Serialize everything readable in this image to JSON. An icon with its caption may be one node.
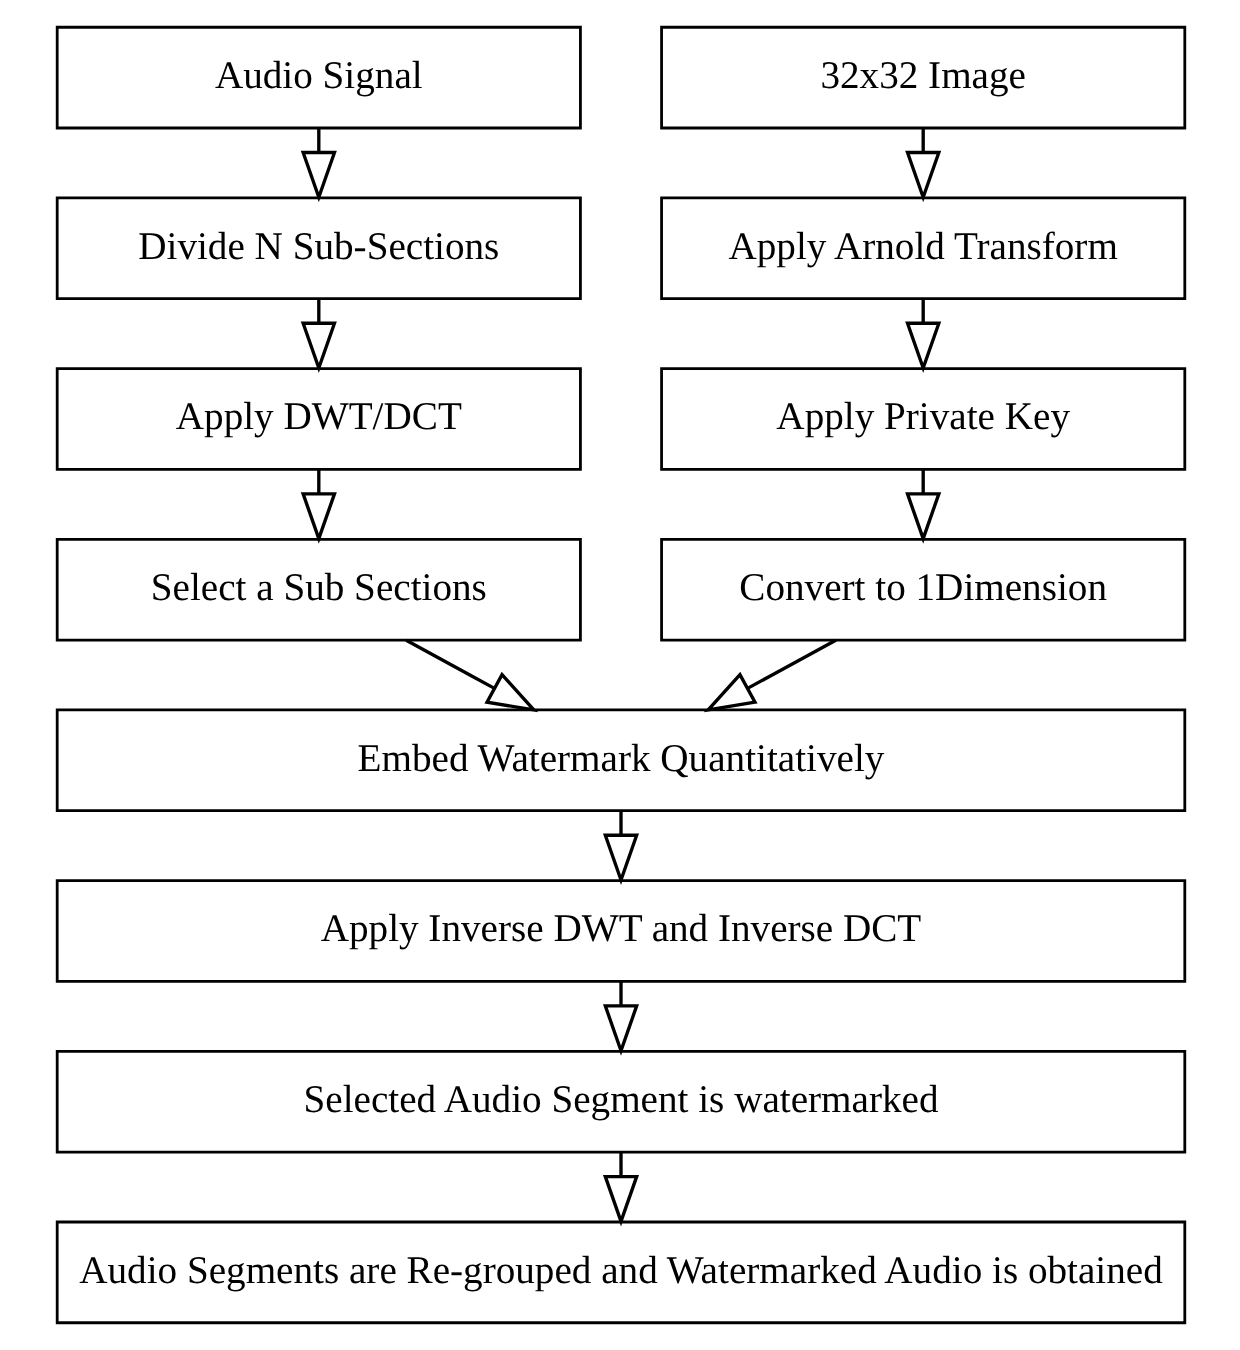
{
  "diagram": {
    "nodes": [
      {
        "text": [
          "Audio Signal"
        ]
      },
      {
        "text": [
          "32x32 Image"
        ]
      },
      {
        "text": [
          "Divide N Sub-Sections"
        ]
      },
      {
        "text": [
          "Apply Arnold Transform"
        ]
      },
      {
        "text": [
          "Apply DWT/DCT"
        ]
      },
      {
        "text": [
          "Apply Private Key"
        ]
      },
      {
        "text": [
          "Select a Sub Sections"
        ]
      },
      {
        "text": [
          "Convert to 1Dimension"
        ]
      },
      {
        "text": [
          "Embed Watermark Quantitatively"
        ]
      },
      {
        "text": [
          "Apply Inverse DWT and Inverse DCT"
        ]
      },
      {
        "text": [
          "Selected Audio Segment is watermarked"
        ]
      },
      {
        "text": [
          "Audio Segments are Re-grouped and Watermarked Audio is obtained"
        ]
      }
    ],
    "edges": [
      {
        "from": 0,
        "to": 2,
        "arrow": "to"
      },
      {
        "from": 2,
        "to": 4,
        "arrow": "to"
      },
      {
        "from": 4,
        "to": 6,
        "arrow": "to"
      },
      {
        "from": 6,
        "to": 8,
        "arrow": "to"
      },
      {
        "from": 1,
        "to": 3,
        "arrow": "to"
      },
      {
        "from": 3,
        "to": 5,
        "arrow": "to"
      },
      {
        "from": 5,
        "to": 7,
        "arrow": "to"
      },
      {
        "from": 7,
        "to": 8,
        "arrow": "to"
      },
      {
        "from": 8,
        "to": 9,
        "arrow": "to"
      },
      {
        "from": 9,
        "to": 10,
        "arrow": "to"
      },
      {
        "from": 10,
        "to": 11,
        "arrow": "to"
      }
    ]
  }
}
